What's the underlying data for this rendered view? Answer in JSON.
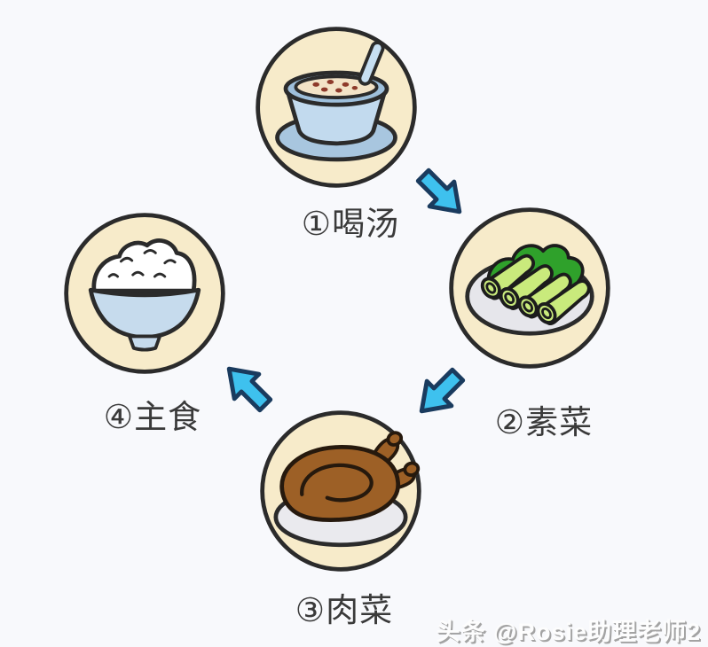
{
  "diagram": {
    "type": "cycle-flow",
    "steps": [
      {
        "label": "①喝汤",
        "icon": "soup-bowl-icon"
      },
      {
        "label": "②素菜",
        "icon": "vegetable-plate-icon"
      },
      {
        "label": "③肉菜",
        "icon": "meat-dish-icon"
      },
      {
        "label": "④主食",
        "icon": "rice-bowl-icon"
      }
    ],
    "arrows": [
      {
        "name": "arrow-soup-to-vegetable",
        "direction": "southeast"
      },
      {
        "name": "arrow-vegetable-to-meat",
        "direction": "southwest"
      },
      {
        "name": "arrow-meat-to-staple",
        "direction": "northwest"
      }
    ]
  },
  "watermark": {
    "text": "头条 @Rosie助理老师2"
  },
  "colors": {
    "background": "#F8F9FC",
    "circle_fill": "#F7EBCA",
    "outline": "#2B2B2B",
    "arrow_fill": "#3EC1EE",
    "arrow_outline": "#1A3B5E",
    "label_text": "#3A3A3A",
    "bowl_blue": "#C2DAEE",
    "bowl_rim_blue": "#9EBFDB",
    "saucer_blue": "#A8C6DF",
    "soup_beige": "#F3E3C7",
    "bean_red": "#8E3A2B",
    "vegetable_dark_green": "#2FA12B",
    "vegetable_light_green": "#C9EA7C",
    "meat_brown": "#9D6026",
    "plate_gray": "#E6E6EB",
    "rice_white": "#FFFFFF"
  }
}
